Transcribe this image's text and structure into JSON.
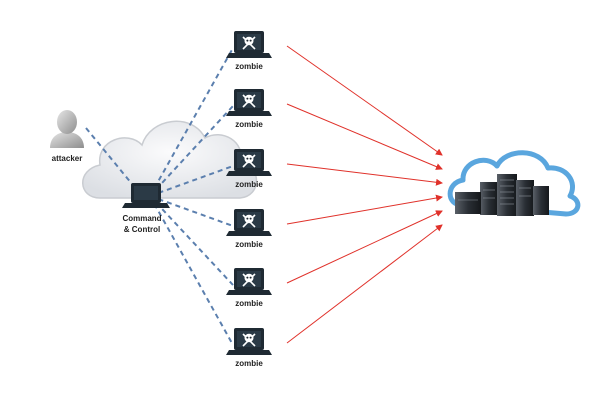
{
  "attacker": {
    "label": "attacker",
    "icon": "user-silhouette-icon"
  },
  "command_control": {
    "label_line1": "Command",
    "label_line2": "& Control",
    "icon": "laptop-icon"
  },
  "zombies": [
    {
      "label": "zombie",
      "icon": "skull-crossbones-laptop-icon"
    },
    {
      "label": "zombie",
      "icon": "skull-crossbones-laptop-icon"
    },
    {
      "label": "zombie",
      "icon": "skull-crossbones-laptop-icon"
    },
    {
      "label": "zombie",
      "icon": "skull-crossbones-laptop-icon"
    },
    {
      "label": "zombie",
      "icon": "skull-crossbones-laptop-icon"
    },
    {
      "label": "zombie",
      "icon": "skull-crossbones-laptop-icon"
    }
  ],
  "target": {
    "icon": "cloud-server-rack-icon"
  },
  "colors": {
    "control_link": "#5b7fae",
    "attack_link": "#e0312a",
    "cloud_fill": "#eef0f3",
    "laptop_body": "#1f2a33",
    "laptop_screen": "#2b3a46"
  }
}
